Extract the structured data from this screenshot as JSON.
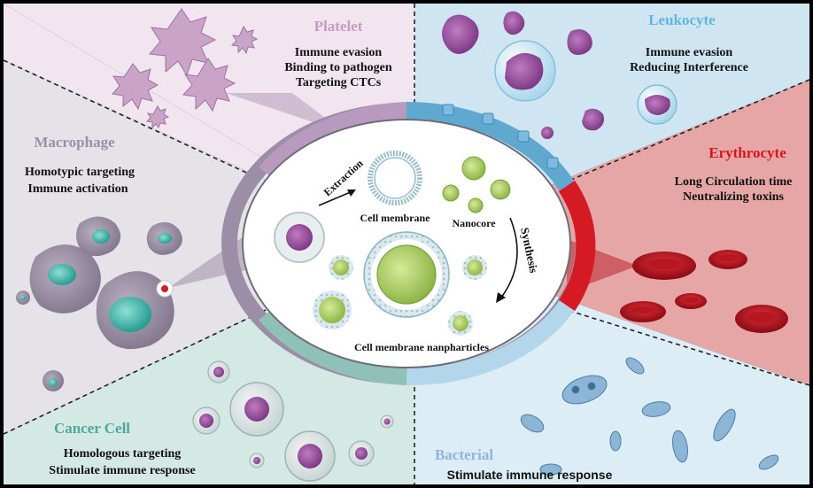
{
  "colors": {
    "platelet_bg": "#f1e6f0",
    "leukocyte_bg": "#cfe6f2",
    "erythrocyte_bg": "#e7a6a6",
    "bacterial_bg": "#dcedf5",
    "cancer_bg": "#d4e8e4",
    "macrophage_bg": "#e6e3e8",
    "platelet_title": "#c99ac6",
    "leukocyte_title": "#5eb7e0",
    "erythrocyte_title": "#d8141e",
    "bacterial_title": "#8fb6dd",
    "cancer_title": "#4fa89a",
    "macrophage_title": "#9c8ea6"
  },
  "sectors": {
    "platelet": {
      "title": "Platelet",
      "lines": [
        "Immune evasion",
        "Binding to pathogen",
        "Targeting CTCs"
      ]
    },
    "leukocyte": {
      "title": "Leukocyte",
      "lines": [
        "Immune evasion",
        "Reducing Interference"
      ]
    },
    "erythrocyte": {
      "title": "Erythrocyte",
      "lines": [
        "Long Circulation time",
        "Neutralizing toxins"
      ]
    },
    "bacterial": {
      "title": "Bacterial",
      "lines": [
        "Stimulate immune response"
      ]
    },
    "cancer": {
      "title": "Cancer Cell",
      "lines": [
        "Homologous targeting",
        "Stimulate immune response"
      ]
    },
    "macrophage": {
      "title": "Macrophage",
      "lines": [
        "Homotypic targeting",
        "Immune activation"
      ]
    }
  },
  "center": {
    "extraction": "Extraction",
    "cell_membrane": "Cell membrane",
    "nanocore": "Nanocore",
    "synthesis": "Synthesis",
    "nanoparticles": "Cell membrane nanpharticles"
  }
}
